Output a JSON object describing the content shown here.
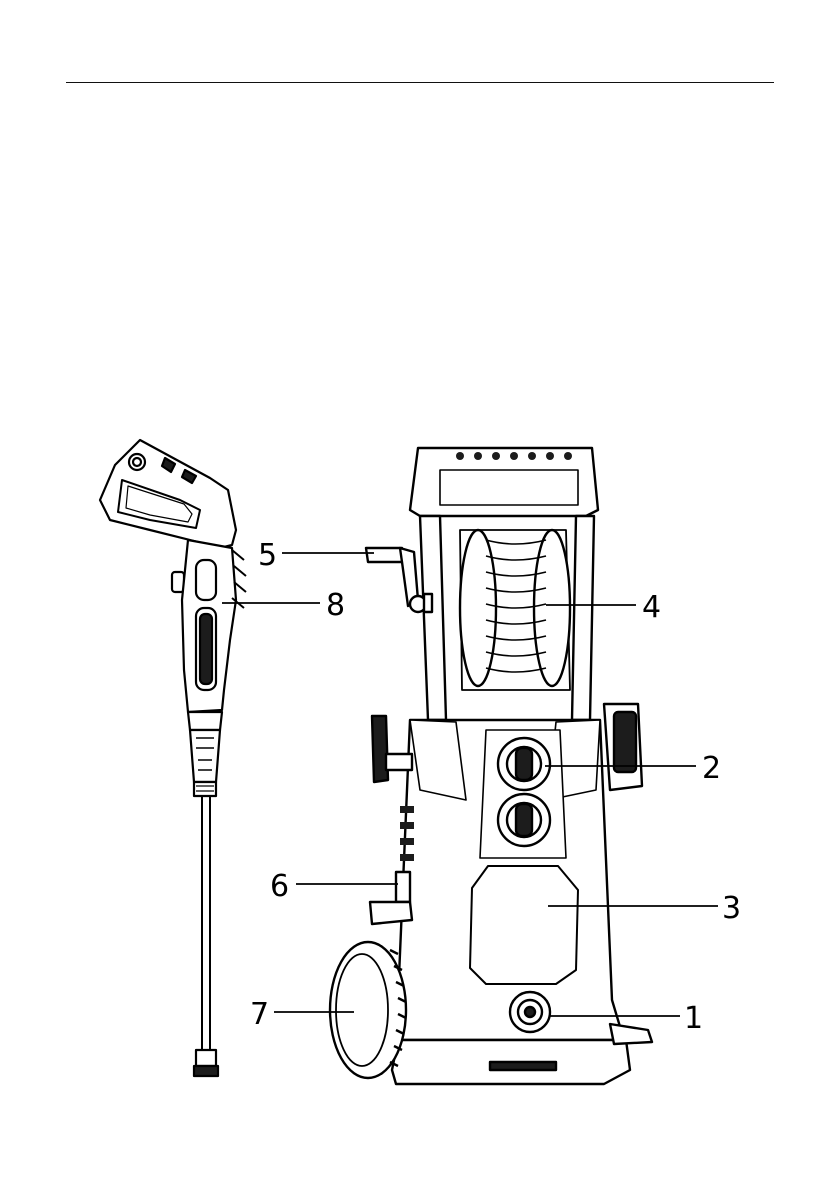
{
  "diagram": {
    "callouts": [
      {
        "id": "1",
        "label": "1"
      },
      {
        "id": "2",
        "label": "2"
      },
      {
        "id": "3",
        "label": "3"
      },
      {
        "id": "4",
        "label": "4"
      },
      {
        "id": "5",
        "label": "5"
      },
      {
        "id": "6",
        "label": "6"
      },
      {
        "id": "7",
        "label": "7"
      },
      {
        "id": "8",
        "label": "8"
      }
    ]
  },
  "colors": {
    "line": "#000000",
    "background": "#ffffff",
    "shade": "#1c1c1c"
  }
}
